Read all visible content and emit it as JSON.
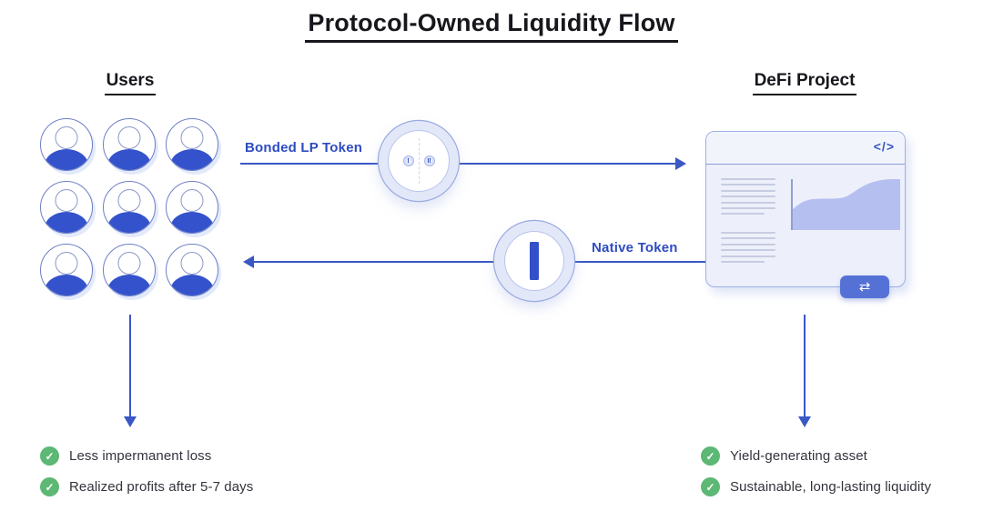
{
  "title": "Protocol-Owned Liquidity Flow",
  "users": {
    "heading": "Users",
    "benefits": [
      "Less impermanent loss",
      "Realized profits after 5-7 days"
    ]
  },
  "defi_project": {
    "heading": "DeFi Project",
    "benefits": [
      "Yield-generating asset",
      "Sustainable, long-lasting liquidity"
    ]
  },
  "flows": {
    "bonded_lp": {
      "label": "Bonded LP Token",
      "coin_left_numeral": "I",
      "coin_right_numeral": "II"
    },
    "native": {
      "label": "Native Token"
    }
  },
  "browser": {
    "code_icon": "</>",
    "swap_icon": "⇄"
  },
  "check_icon": "✓",
  "colors": {
    "arrow_blue": "#3a57c4",
    "label_blue": "#2e4cc0",
    "avatar_body_blue": "#3352cb",
    "coin_ring": "#e2e8f8",
    "window_bg": "#edf0fa",
    "chart_fill": "#b5c0f1",
    "button_blue": "#5571d6",
    "check_green": "#5cb874",
    "heading_black": "#16161c"
  }
}
